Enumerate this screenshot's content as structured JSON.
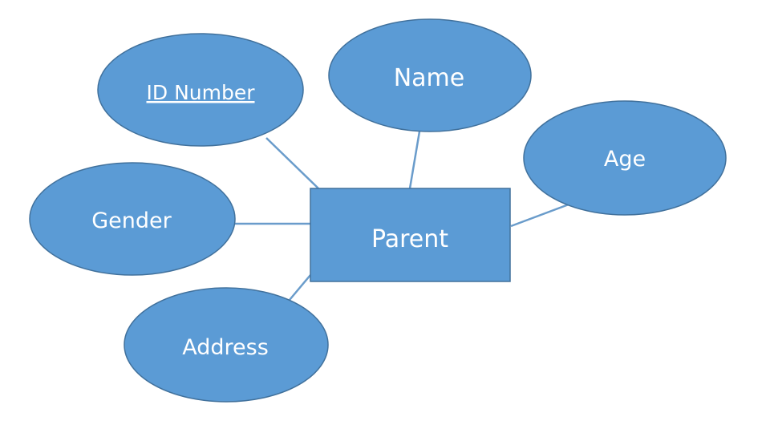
{
  "entity": {
    "name": "Parent"
  },
  "attributes": {
    "id_number": "ID Number",
    "name": "Name",
    "age": "Age",
    "gender": "Gender",
    "address": "Address"
  },
  "colors": {
    "fill": "#5b9bd5",
    "outline": "#41719c",
    "connector": "#6a9ccb",
    "text": "#ffffff"
  }
}
